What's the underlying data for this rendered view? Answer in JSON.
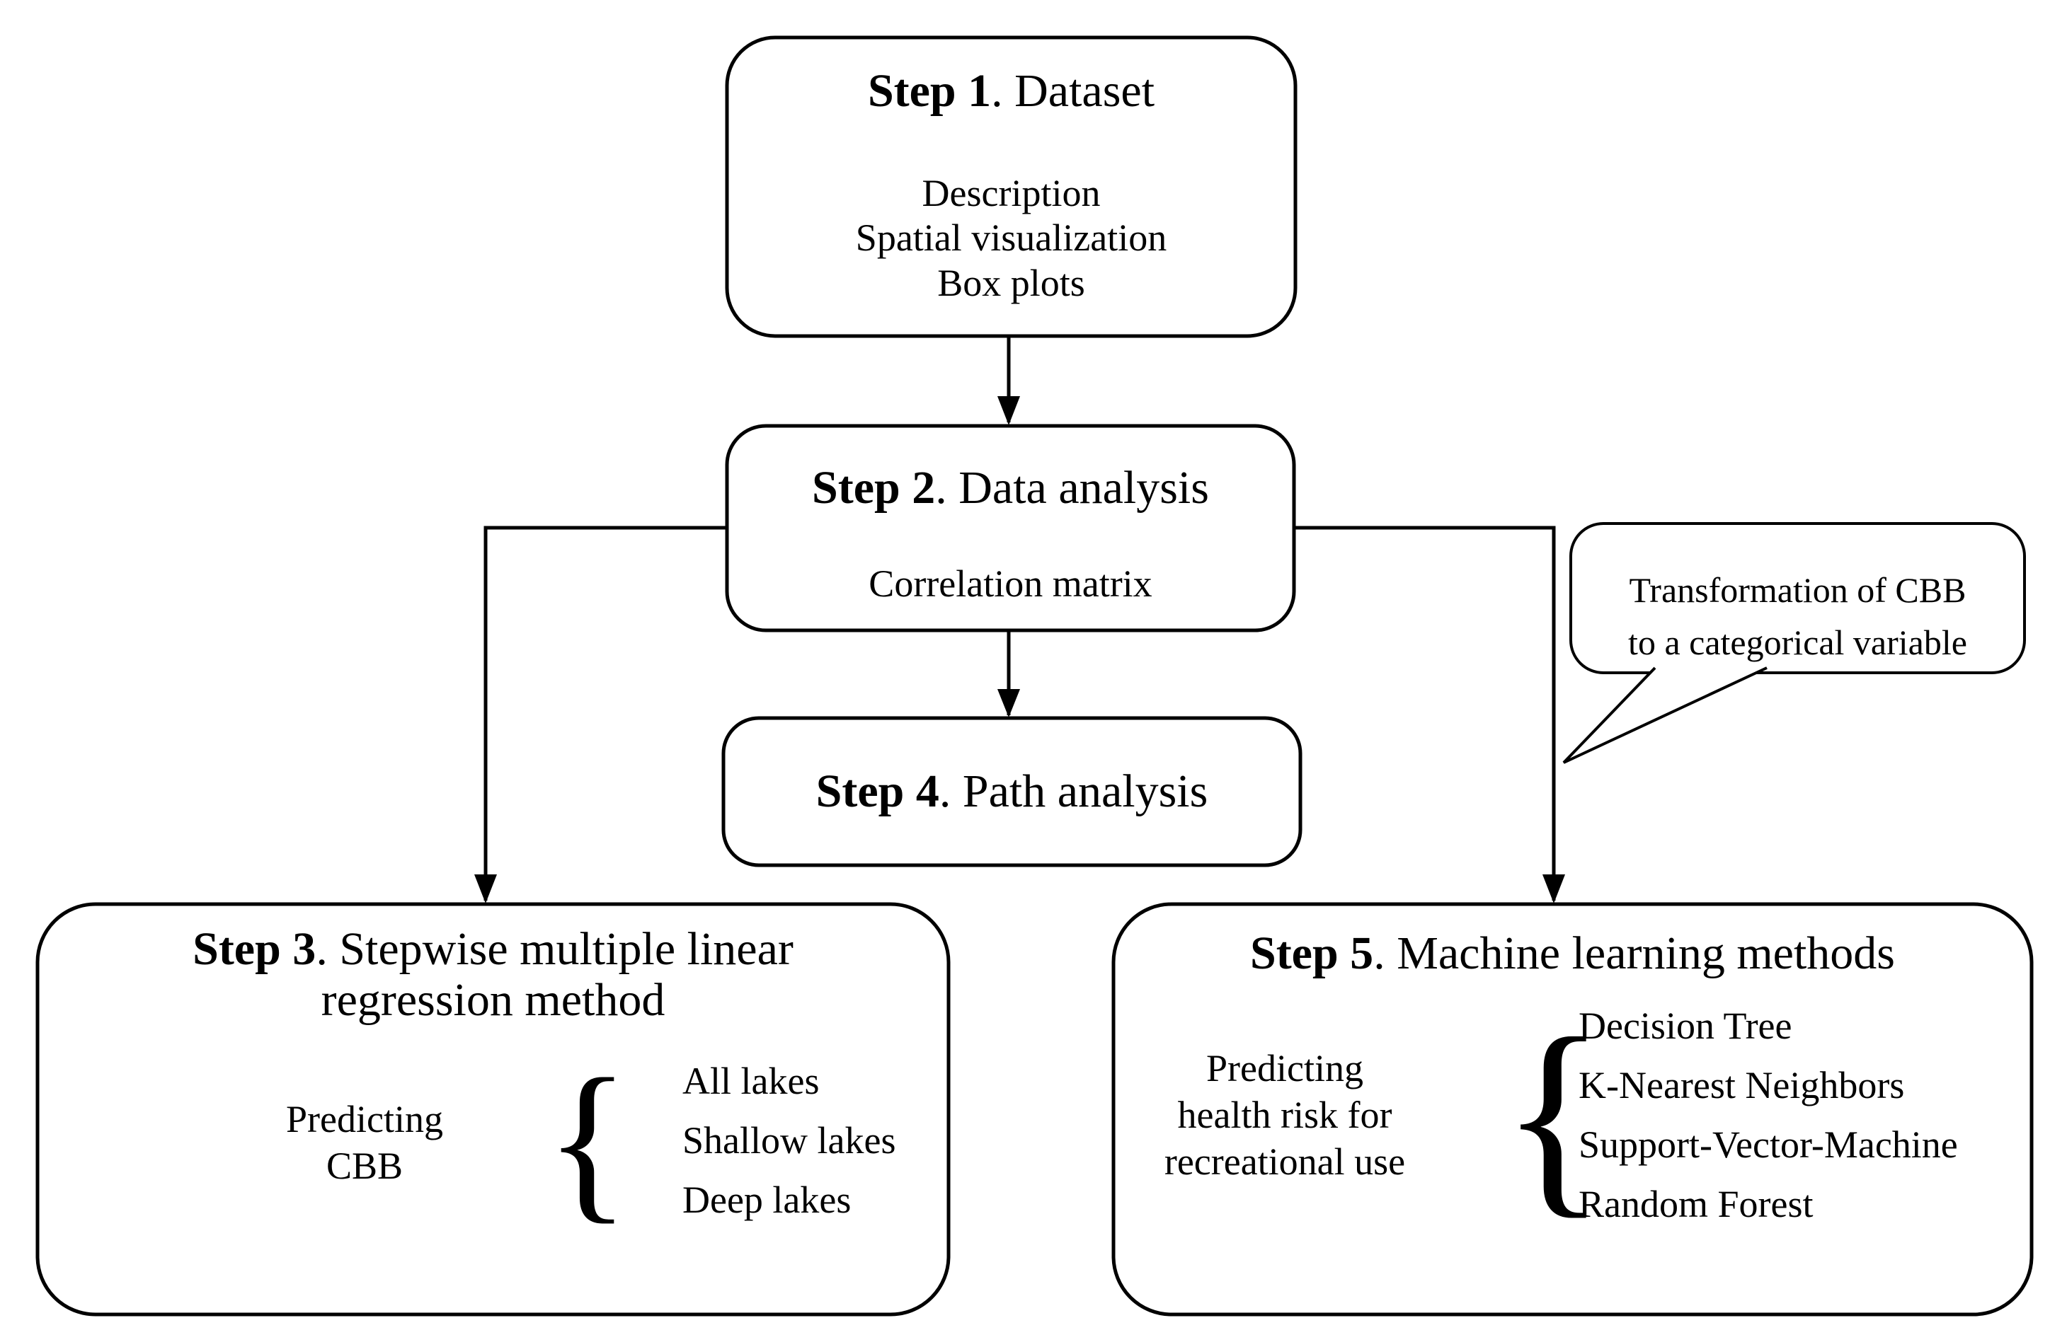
{
  "figure": {
    "background": "#ffffff",
    "line_color": "#000000"
  },
  "step1": {
    "title_bold": "Step 1",
    "title_rest": ". Dataset",
    "items": [
      "Description",
      "Spatial visualization",
      "Box plots"
    ]
  },
  "step2": {
    "title_bold": "Step 2",
    "title_rest": ". Data analysis",
    "subtitle": "Correlation matrix"
  },
  "step4": {
    "title_bold": "Step 4",
    "title_rest": ". Path analysis"
  },
  "step3": {
    "title_bold": "Step 3",
    "title_rest": ". Stepwise multiple linear",
    "title_line2": "regression method",
    "left_label_line1": "Predicting",
    "left_label_line2": "CBB",
    "brace": "{",
    "items": [
      "All lakes",
      "Shallow lakes",
      "Deep lakes"
    ]
  },
  "step5": {
    "title_bold": "Step 5",
    "title_rest": ". Machine learning methods",
    "left_label_line1": "Predicting",
    "left_label_line2": "health risk for",
    "left_label_line3": "recreational use",
    "brace": "{",
    "items": [
      "Decision Tree",
      "K-Nearest Neighbors",
      "Support-Vector-Machine",
      "Random Forest"
    ]
  },
  "callout": {
    "line1": "Transformation of CBB",
    "line2": "to a categorical variable"
  }
}
